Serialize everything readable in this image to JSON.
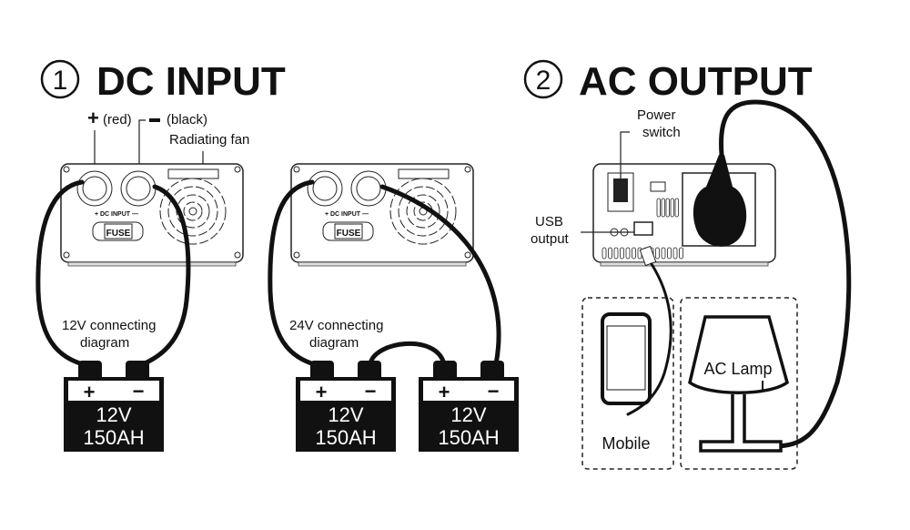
{
  "sections": {
    "dc": {
      "number": "①",
      "title": "DC INPUT"
    },
    "ac": {
      "number": "②",
      "title": "AC OUTPUT"
    }
  },
  "labels": {
    "positive": "(red)",
    "negative": "(black)",
    "fan": "Radiating fan",
    "dc_input_panel": "+ DC INPUT —",
    "fuse": "FUSE",
    "power_switch": [
      "Power",
      "switch"
    ],
    "usb_output": [
      "USB",
      "output"
    ],
    "conn_12v": [
      "12V connecting",
      "diagram"
    ],
    "conn_24v": [
      "24V connecting",
      "diagram"
    ],
    "mobile": "Mobile",
    "lamp": "AC Lamp"
  },
  "battery": {
    "voltage": "12V",
    "capacity": "150AH",
    "plus": "+",
    "minus": "−"
  }
}
